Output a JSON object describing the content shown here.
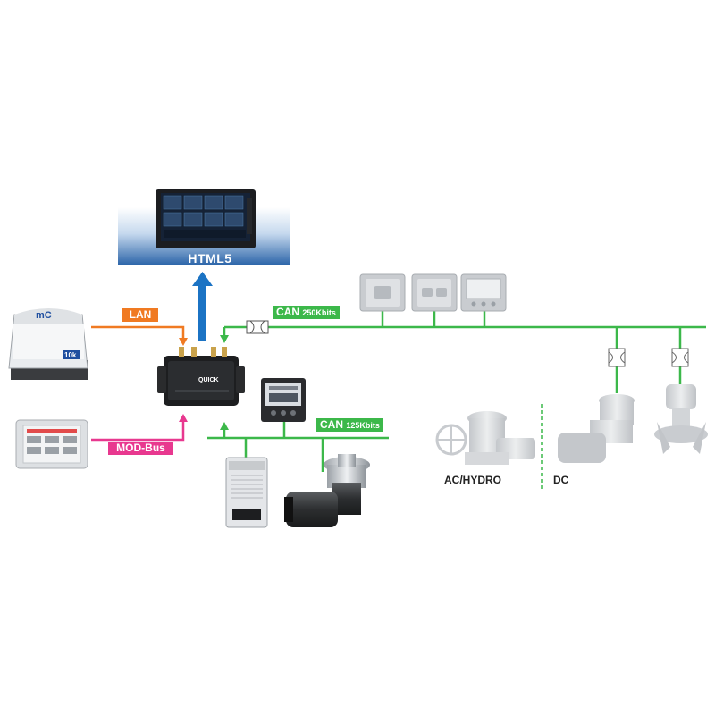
{
  "display": {
    "label": "HTML5",
    "brand": "QUICK"
  },
  "links": {
    "lan": "LAN",
    "modbus": "MOD-Bus",
    "can_high": {
      "name": "CAN",
      "speed": "250Kbits"
    },
    "can_low": {
      "name": "CAN",
      "speed": "125Kbits"
    }
  },
  "devices": {
    "generator_badge": "10k",
    "generator_logo": "mC"
  },
  "groups": {
    "ac_hydro": "AC/HYDRO",
    "dc": "DC"
  },
  "colors": {
    "lan": "#f07a22",
    "modbus": "#e8388f",
    "can": "#3cb84a",
    "html5_arrow": "#1b73c4",
    "html5_banner": "#2a63a8",
    "greyed_device": "#c9ccd0"
  }
}
